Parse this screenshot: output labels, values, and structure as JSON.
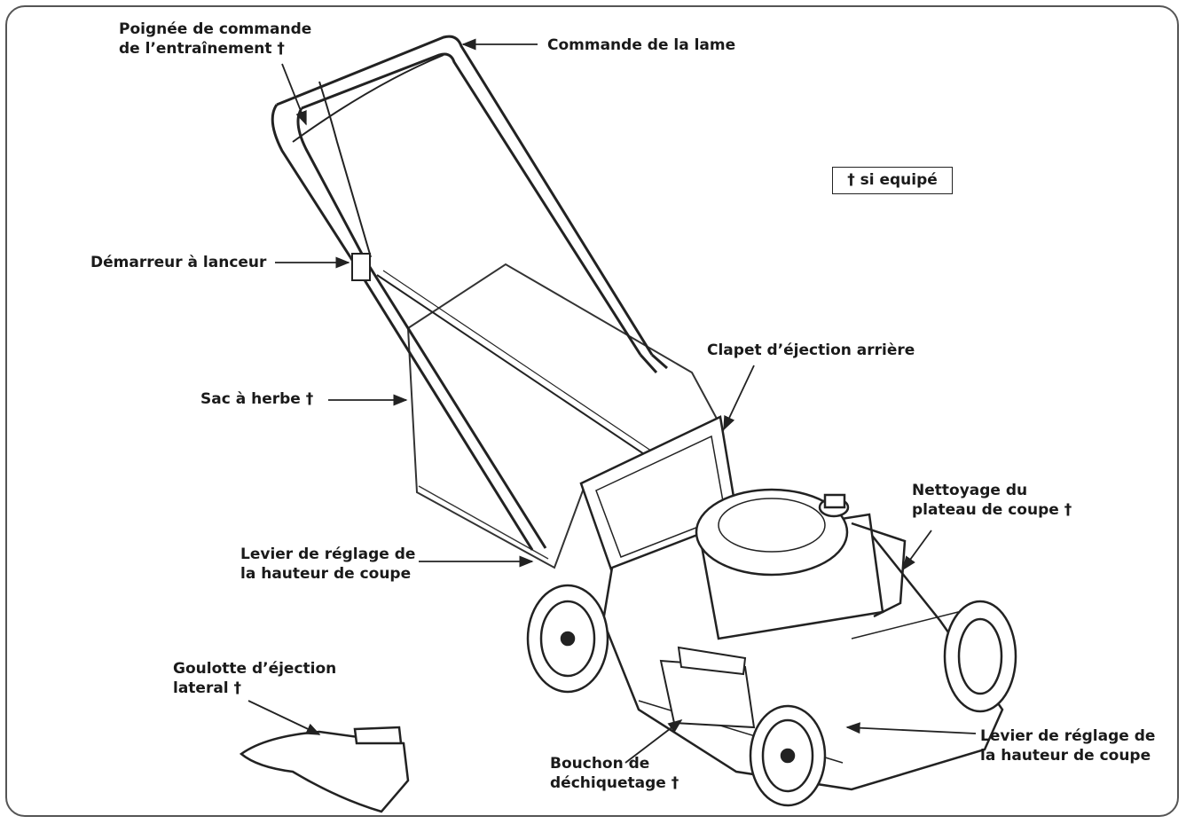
{
  "labels": {
    "drive_handle_l1": "Poignée de commande",
    "drive_handle_l2": "de l’entraînement †",
    "blade_control": "Commande de la lame",
    "recoil_starter": "Démarreur à lanceur",
    "rear_discharge": "Clapet d’éjection arrière",
    "grass_bag": "Sac à herbe †",
    "deck_wash_l1": "Nettoyage du",
    "deck_wash_l2": "plateau de coupe †",
    "height_lever_rear_l1": "Levier de réglage de",
    "height_lever_rear_l2": "la hauteur de coupe",
    "side_chute_l1": "Goulotte d’éjection",
    "side_chute_l2": "lateral †",
    "mulch_plug_l1": "Bouchon de",
    "mulch_plug_l2": "déchiquetage †",
    "height_lever_front_l1": "Levier de réglage de",
    "height_lever_front_l2": "la hauteur de coupe"
  },
  "legend": "† si equipé"
}
